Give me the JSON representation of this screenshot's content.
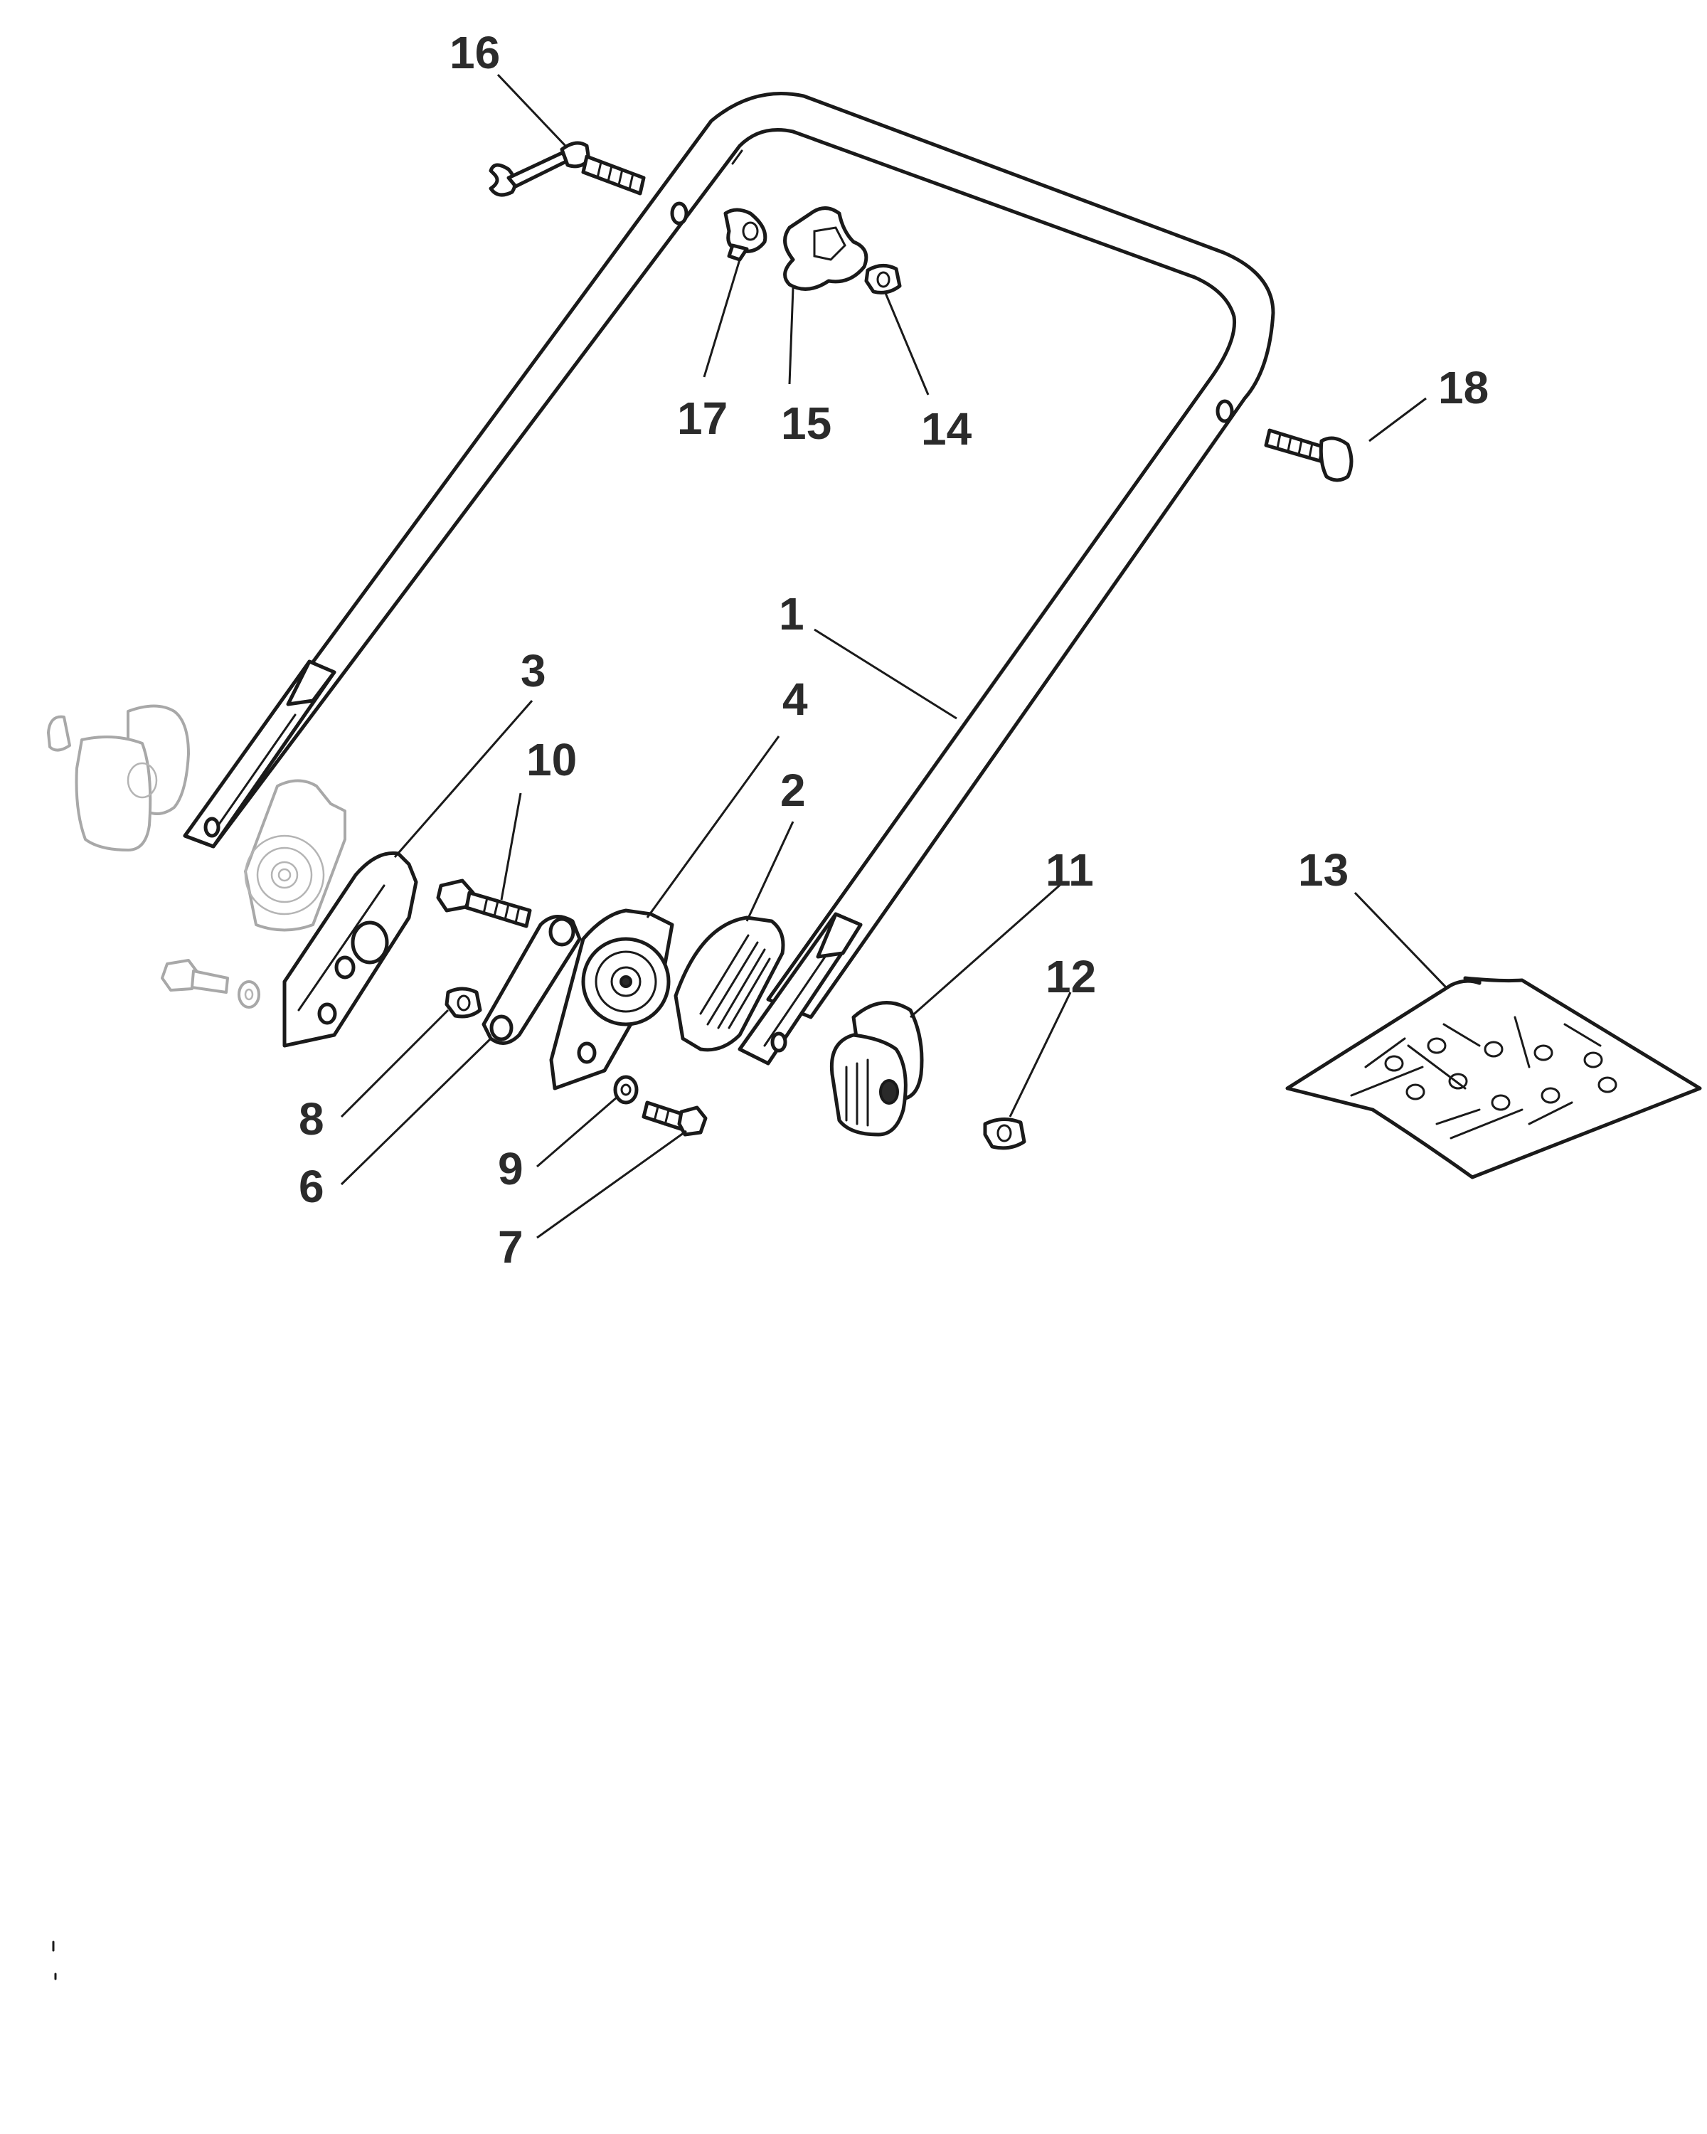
{
  "callouts": [
    {
      "id": "1",
      "label": "1"
    },
    {
      "id": "2",
      "label": "2"
    },
    {
      "id": "3",
      "label": "3"
    },
    {
      "id": "4",
      "label": "4"
    },
    {
      "id": "6",
      "label": "6"
    },
    {
      "id": "7",
      "label": "7"
    },
    {
      "id": "8",
      "label": "8"
    },
    {
      "id": "9",
      "label": "9"
    },
    {
      "id": "10",
      "label": "10"
    },
    {
      "id": "11",
      "label": "11"
    },
    {
      "id": "12",
      "label": "12"
    },
    {
      "id": "13",
      "label": "13"
    },
    {
      "id": "14",
      "label": "14"
    },
    {
      "id": "15",
      "label": "15"
    },
    {
      "id": "16",
      "label": "16"
    },
    {
      "id": "17",
      "label": "17"
    },
    {
      "id": "18",
      "label": "18"
    }
  ],
  "colors": {
    "line": "#1a1a1a",
    "ghost": "#a8a8a8",
    "text": "#2b2b2b",
    "background": "#ffffff"
  }
}
